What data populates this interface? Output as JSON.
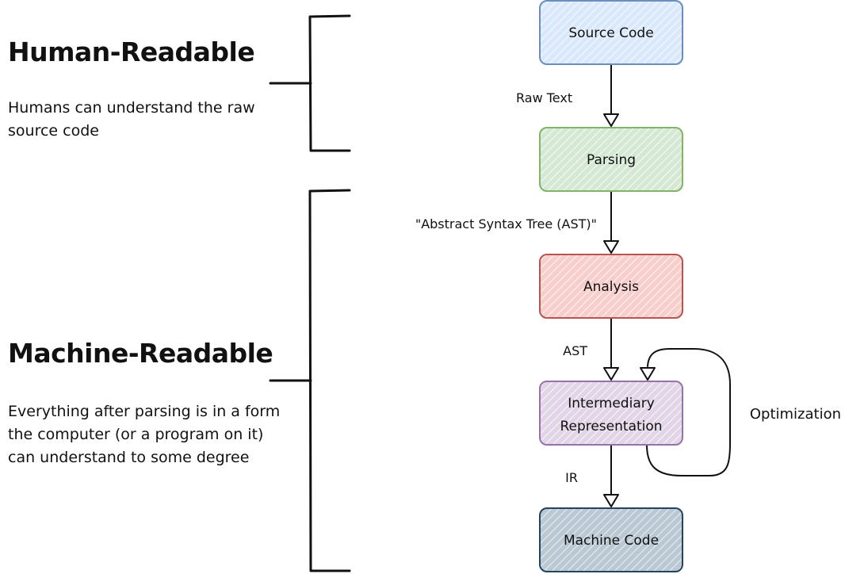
{
  "sections": {
    "human": {
      "title": "Human-Readable",
      "description": "Humans can understand the raw source code"
    },
    "machine": {
      "title": "Machine-Readable",
      "description": "Everything after parsing is in a form the computer (or a program on it) can understand to some degree"
    }
  },
  "nodes": {
    "source": {
      "label": "Source Code",
      "fill": "#dae8fc",
      "stroke": "#6c8ebf"
    },
    "parsing": {
      "label": "Parsing",
      "fill": "#d5e8d4",
      "stroke": "#82b366"
    },
    "analysis": {
      "label": "Analysis",
      "fill": "#f8cecc",
      "stroke": "#b85450"
    },
    "ir": {
      "label_line1": "Intermediary",
      "label_line2": "Representation",
      "fill": "#e1d5e7",
      "stroke": "#9673a6"
    },
    "machine": {
      "label": "Machine Code",
      "fill": "#bac8d3",
      "stroke": "#23445d"
    }
  },
  "edges": {
    "raw_text": "Raw Text",
    "ast_full": "\"Abstract Syntax Tree (AST)\"",
    "ast": "AST",
    "ir": "IR",
    "optimization": "Optimization"
  }
}
